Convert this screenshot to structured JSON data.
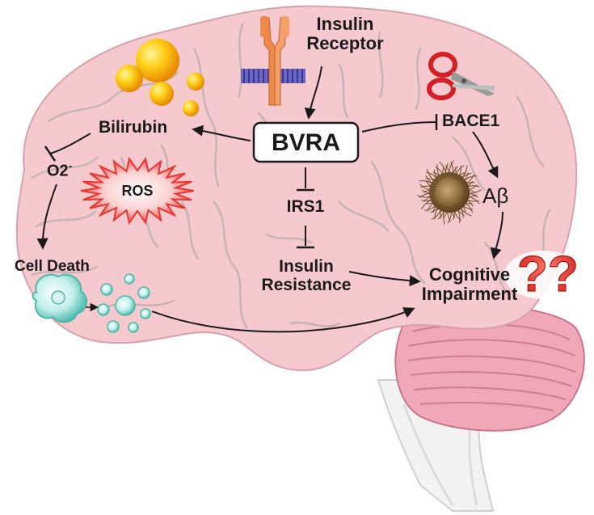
{
  "diagram": {
    "nodes": {
      "insulin_receptor": [
        "Insulin",
        "Receptor"
      ],
      "bvra": "BVRA",
      "bace1": "BACE1",
      "bilirubin": "Bilirubin",
      "o2": "O2",
      "o2_superscript": "-",
      "ros": "ROS",
      "cell_death": "Cell Death",
      "irs1": "IRS1",
      "insulin_resistance": [
        "Insulin",
        "Resistance"
      ],
      "abeta": "Aβ",
      "cognitive_impairment": [
        "Cognitive",
        "Impairment"
      ],
      "question_marks": "??"
    },
    "edges": [
      {
        "from": "insulin_receptor",
        "to": "bvra",
        "type": "activates"
      },
      {
        "from": "bvra",
        "to": "bilirubin",
        "type": "activates"
      },
      {
        "from": "bvra",
        "to": "bace1",
        "type": "inhibits"
      },
      {
        "from": "bilirubin",
        "to": "o2",
        "type": "inhibits"
      },
      {
        "from": "o2",
        "to": "cell_death",
        "type": "activates"
      },
      {
        "from": "bvra",
        "to": "irs1",
        "type": "inhibits"
      },
      {
        "from": "irs1",
        "to": "insulin_resistance",
        "type": "inhibits"
      },
      {
        "from": "bace1",
        "to": "abeta",
        "type": "activates"
      },
      {
        "from": "abeta",
        "to": "cognitive_impairment",
        "type": "activates"
      },
      {
        "from": "insulin_resistance",
        "to": "cognitive_impairment",
        "type": "activates"
      },
      {
        "from": "cell_death",
        "to": "cognitive_impairment",
        "type": "activates"
      }
    ],
    "colors": {
      "brain": "#f6c9cf",
      "brain_outline": "#d8a1aa",
      "gyri": "#b8b0b2",
      "cerebellum": "#e391a6",
      "brainstem": "#f0f0f0",
      "bilirubin_spheres": "#ffc000",
      "ros_burst": "#e8352f",
      "question_mark": "#e8352f",
      "receptor": "#f08a4b",
      "membrane": "#5b55b5",
      "cell": "#7fd3c9",
      "plaque": "#8a6a3a",
      "text": "#1a1a1a"
    }
  }
}
